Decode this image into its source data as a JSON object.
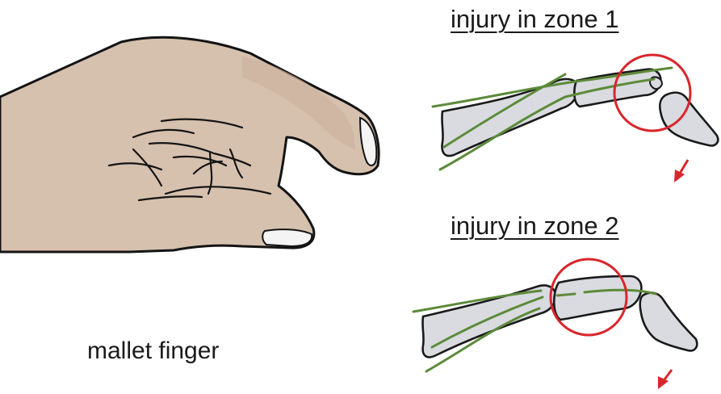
{
  "labels": {
    "zone1_title": "injury in zone 1",
    "zone2_title": "injury in zone 2",
    "caption": "mallet finger"
  },
  "colors": {
    "skin": "#d6c1ae",
    "skin_shadow": "#b89f8a",
    "outline": "#141414",
    "bone_fill": "#d9dbe0",
    "bone_outline": "#1a1a1a",
    "tendon": "#5d8a3a",
    "injury_circle": "#d9262b",
    "arrow": "#d9262b"
  }
}
